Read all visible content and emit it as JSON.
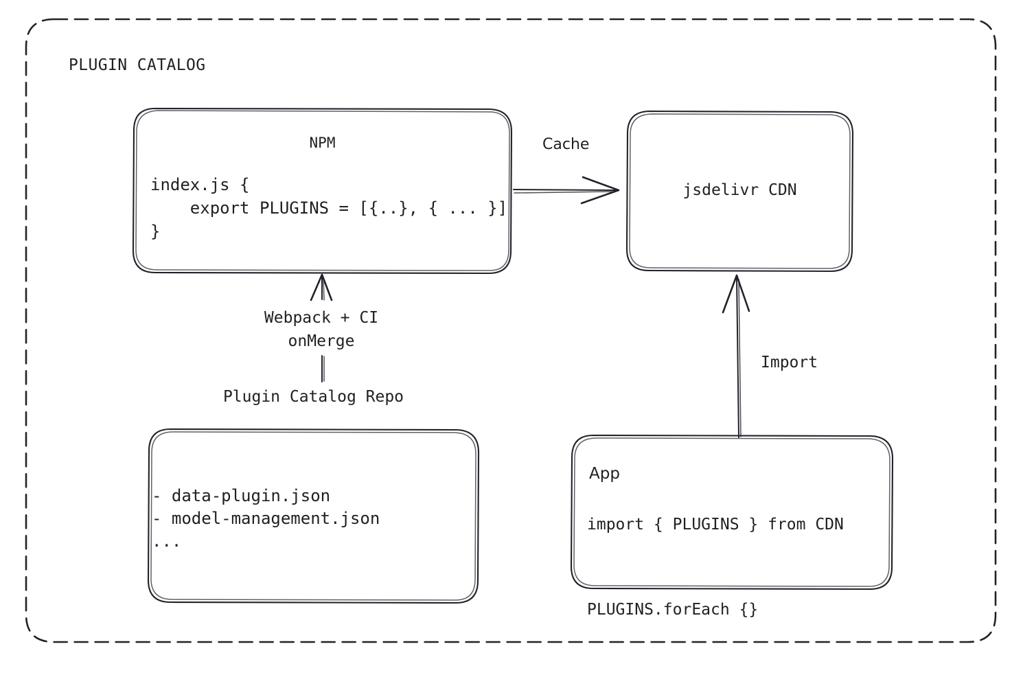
{
  "diagram": {
    "title": "PLUGIN CATALOG",
    "type": "architecture-flow",
    "background_color": "#ffffff",
    "stroke_color": "#21232a"
  },
  "nodes": {
    "npm": {
      "title": "NPM",
      "code": "index.js {\n    export PLUGINS = [{..}, { ... }]\n}"
    },
    "cdn": {
      "title": "jsdelivr CDN"
    },
    "repo": {
      "caption": "Plugin Catalog Repo",
      "items": "- data-plugin.json\n- model-management.json\n..."
    },
    "app": {
      "title": "App",
      "code": "import { PLUGINS } from CDN\n\nPLUGINS.forEach {}"
    }
  },
  "edges": {
    "npm_to_cdn": {
      "label": "Cache",
      "from": "npm",
      "to": "cdn",
      "direction": "right"
    },
    "repo_to_npm": {
      "label": "Webpack + CI\nonMerge",
      "from": "repo",
      "to": "npm",
      "direction": "up"
    },
    "app_to_cdn": {
      "label": "Import",
      "from": "app",
      "to": "cdn",
      "direction": "up"
    }
  }
}
